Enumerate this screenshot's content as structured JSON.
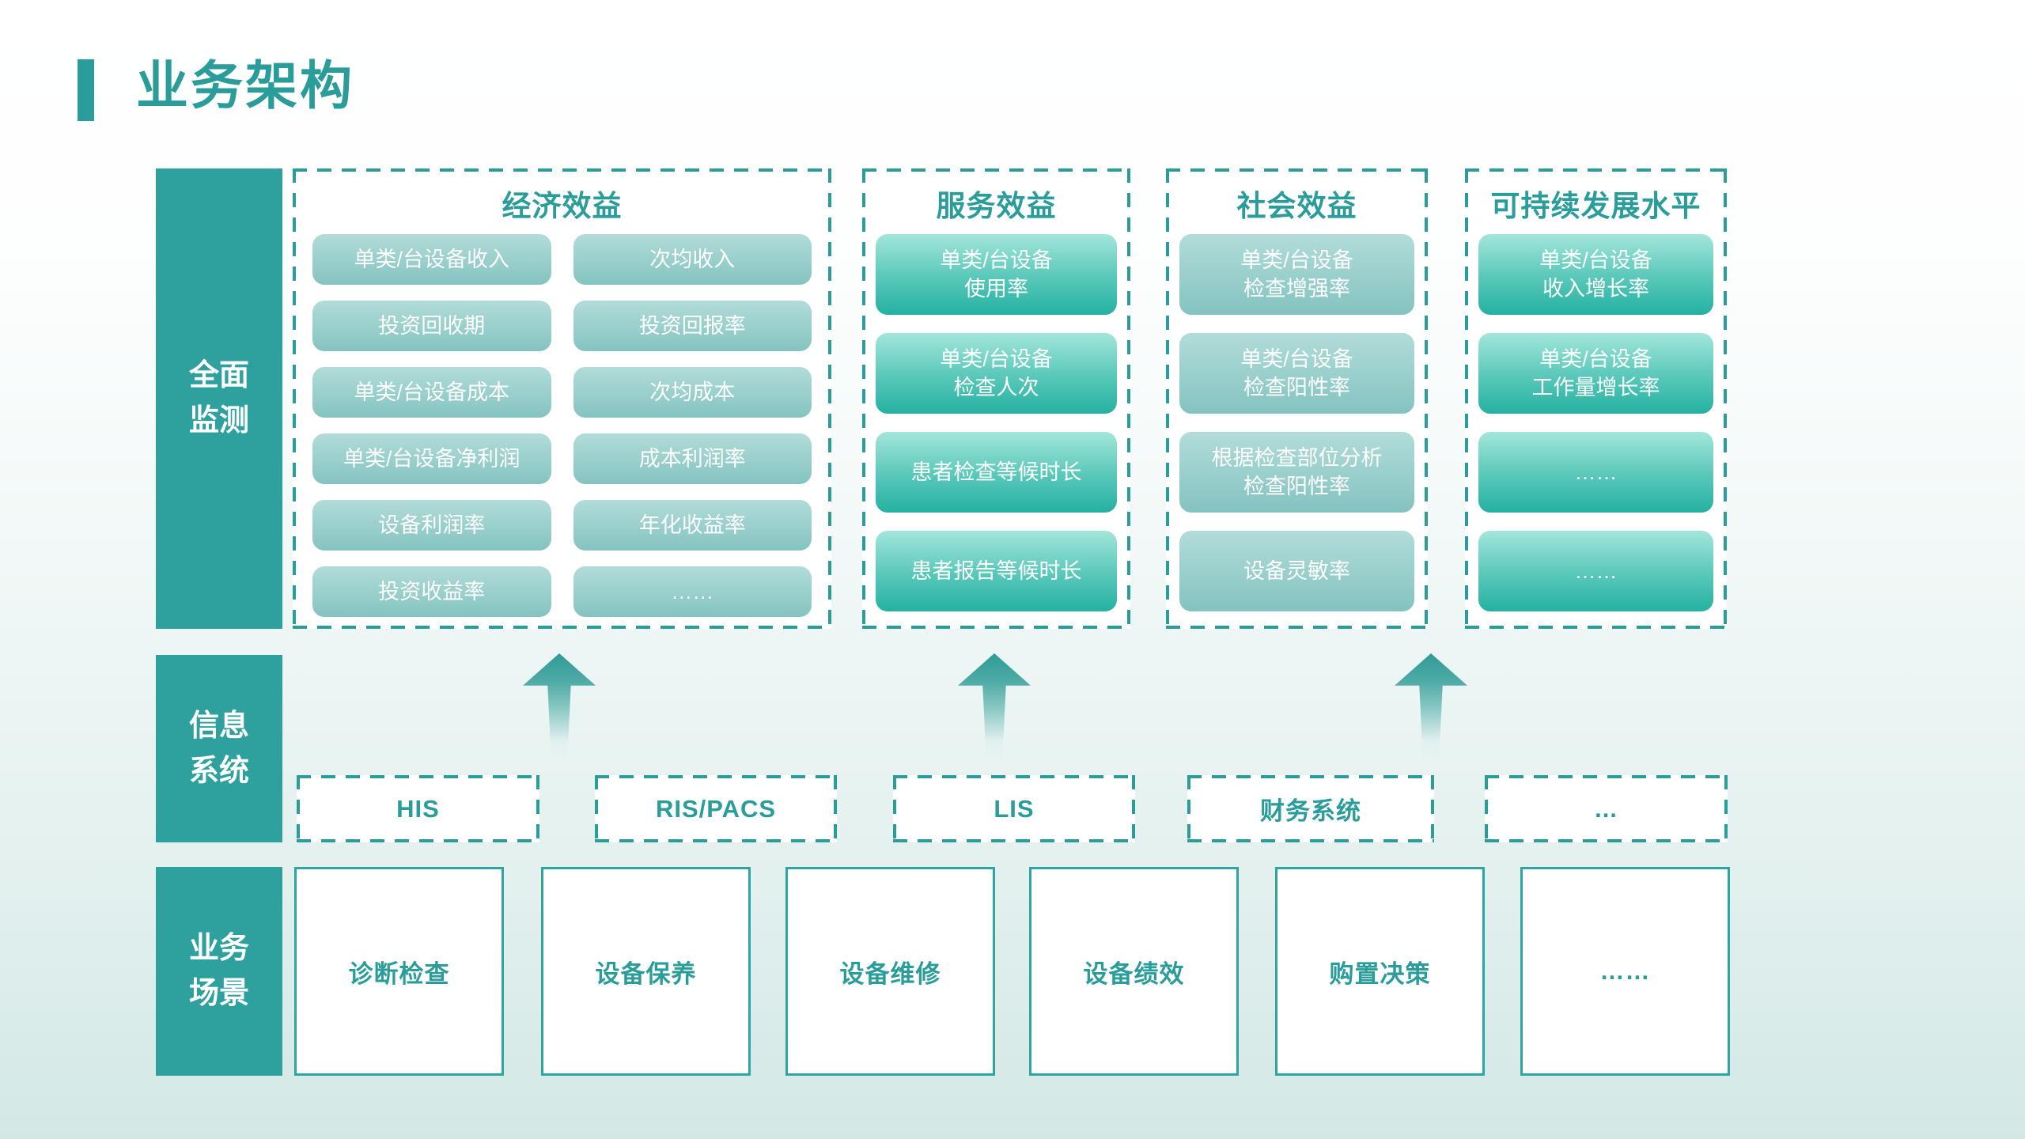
{
  "page": {
    "title": "业务架构"
  },
  "rows": {
    "monitoring": {
      "label": "全面\n监测"
    },
    "info_systems": {
      "label": "信息\n系统"
    },
    "business_scenes": {
      "label": "业务\n场景"
    }
  },
  "columns": [
    {
      "title": "经济效益",
      "style": "light",
      "items": [
        "单类/台设备收入",
        "次均收入",
        "投资回收期",
        "投资回报率",
        "单类/台设备成本",
        "次均成本",
        "单类/台设备净利润",
        "成本利润率",
        "设备利润率",
        "年化收益率",
        "投资收益率",
        "……"
      ]
    },
    {
      "title": "服务效益",
      "style": "dark",
      "items": [
        "单类/台设备\n使用率",
        "单类/台设备\n检查人次",
        "患者检查等候时长",
        "患者报告等候时长"
      ]
    },
    {
      "title": "社会效益",
      "style": "light",
      "items": [
        "单类/台设备\n检查增强率",
        "单类/台设备\n检查阳性率",
        "根据检查部位分析\n检查阳性率",
        "设备灵敏率"
      ]
    },
    {
      "title": "可持续发展水平",
      "style": "dark",
      "items": [
        "单类/台设备\n收入增长率",
        "单类/台设备\n工作量增长率",
        "……",
        "……"
      ]
    }
  ],
  "info_systems": {
    "items": [
      "HIS",
      "RIS/PACS",
      "LIS",
      "财务系统",
      "..."
    ]
  },
  "business_scenes": {
    "items": [
      "诊断检查",
      "设备保养",
      "设备维修",
      "设备绩效",
      "购置决策",
      "……"
    ]
  },
  "colors": {
    "accent_teal": "#2a9d9a",
    "sidebar_teal": "#2ea19e",
    "pill_light_top": "#b2dcd9",
    "pill_light_bottom": "#84c3c0",
    "pill_dark_top": "#a3e6da",
    "pill_dark_bottom": "#24b1a1",
    "scene_border": "#2fa5a1",
    "background_bottom": "#d3e8e6"
  }
}
